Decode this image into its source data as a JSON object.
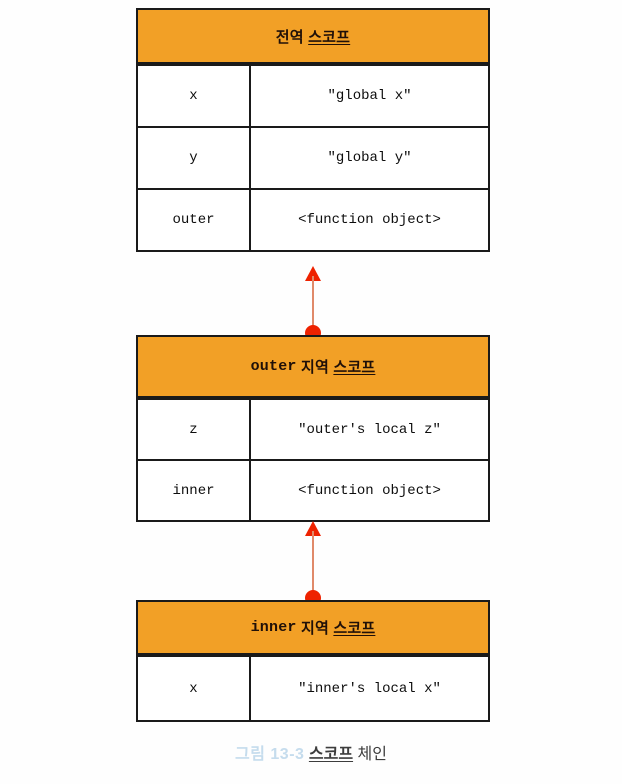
{
  "figure": {
    "title_prefix": "그림 13-3",
    "title_underlined": "스코프",
    "title_tail": "체인",
    "colors": {
      "header_orange": "#f2a026",
      "border_black": "#1a1a1a",
      "connector_red": "#ee2200",
      "connector_line": "#e08a6a",
      "caption_number": "#c5dced",
      "caption_text": "#3d3d3d"
    }
  },
  "blocks": [
    {
      "id": "global",
      "header_mono": "",
      "header_text": "전역 ",
      "header_underlined": "스코프",
      "rows": [
        {
          "key": "x",
          "value": "\"global x\""
        },
        {
          "key": "y",
          "value": "\"global y\""
        },
        {
          "key": "outer",
          "value": "<function object>"
        }
      ]
    },
    {
      "id": "outer",
      "header_mono": "outer",
      "header_text": " 지역 ",
      "header_underlined": "스코프",
      "rows": [
        {
          "key": "z",
          "value": "\"outer's local z\""
        },
        {
          "key": "inner",
          "value": "<function object>"
        }
      ]
    },
    {
      "id": "inner",
      "header_mono": "inner",
      "header_text": " 지역 ",
      "header_underlined": "스코프",
      "rows": [
        {
          "key": "x",
          "value": "\"inner's local x\""
        }
      ]
    }
  ],
  "connectors": [
    {
      "id": "outer-to-global",
      "from": "outer",
      "to": "global"
    },
    {
      "id": "inner-to-outer",
      "from": "inner",
      "to": "outer"
    }
  ]
}
